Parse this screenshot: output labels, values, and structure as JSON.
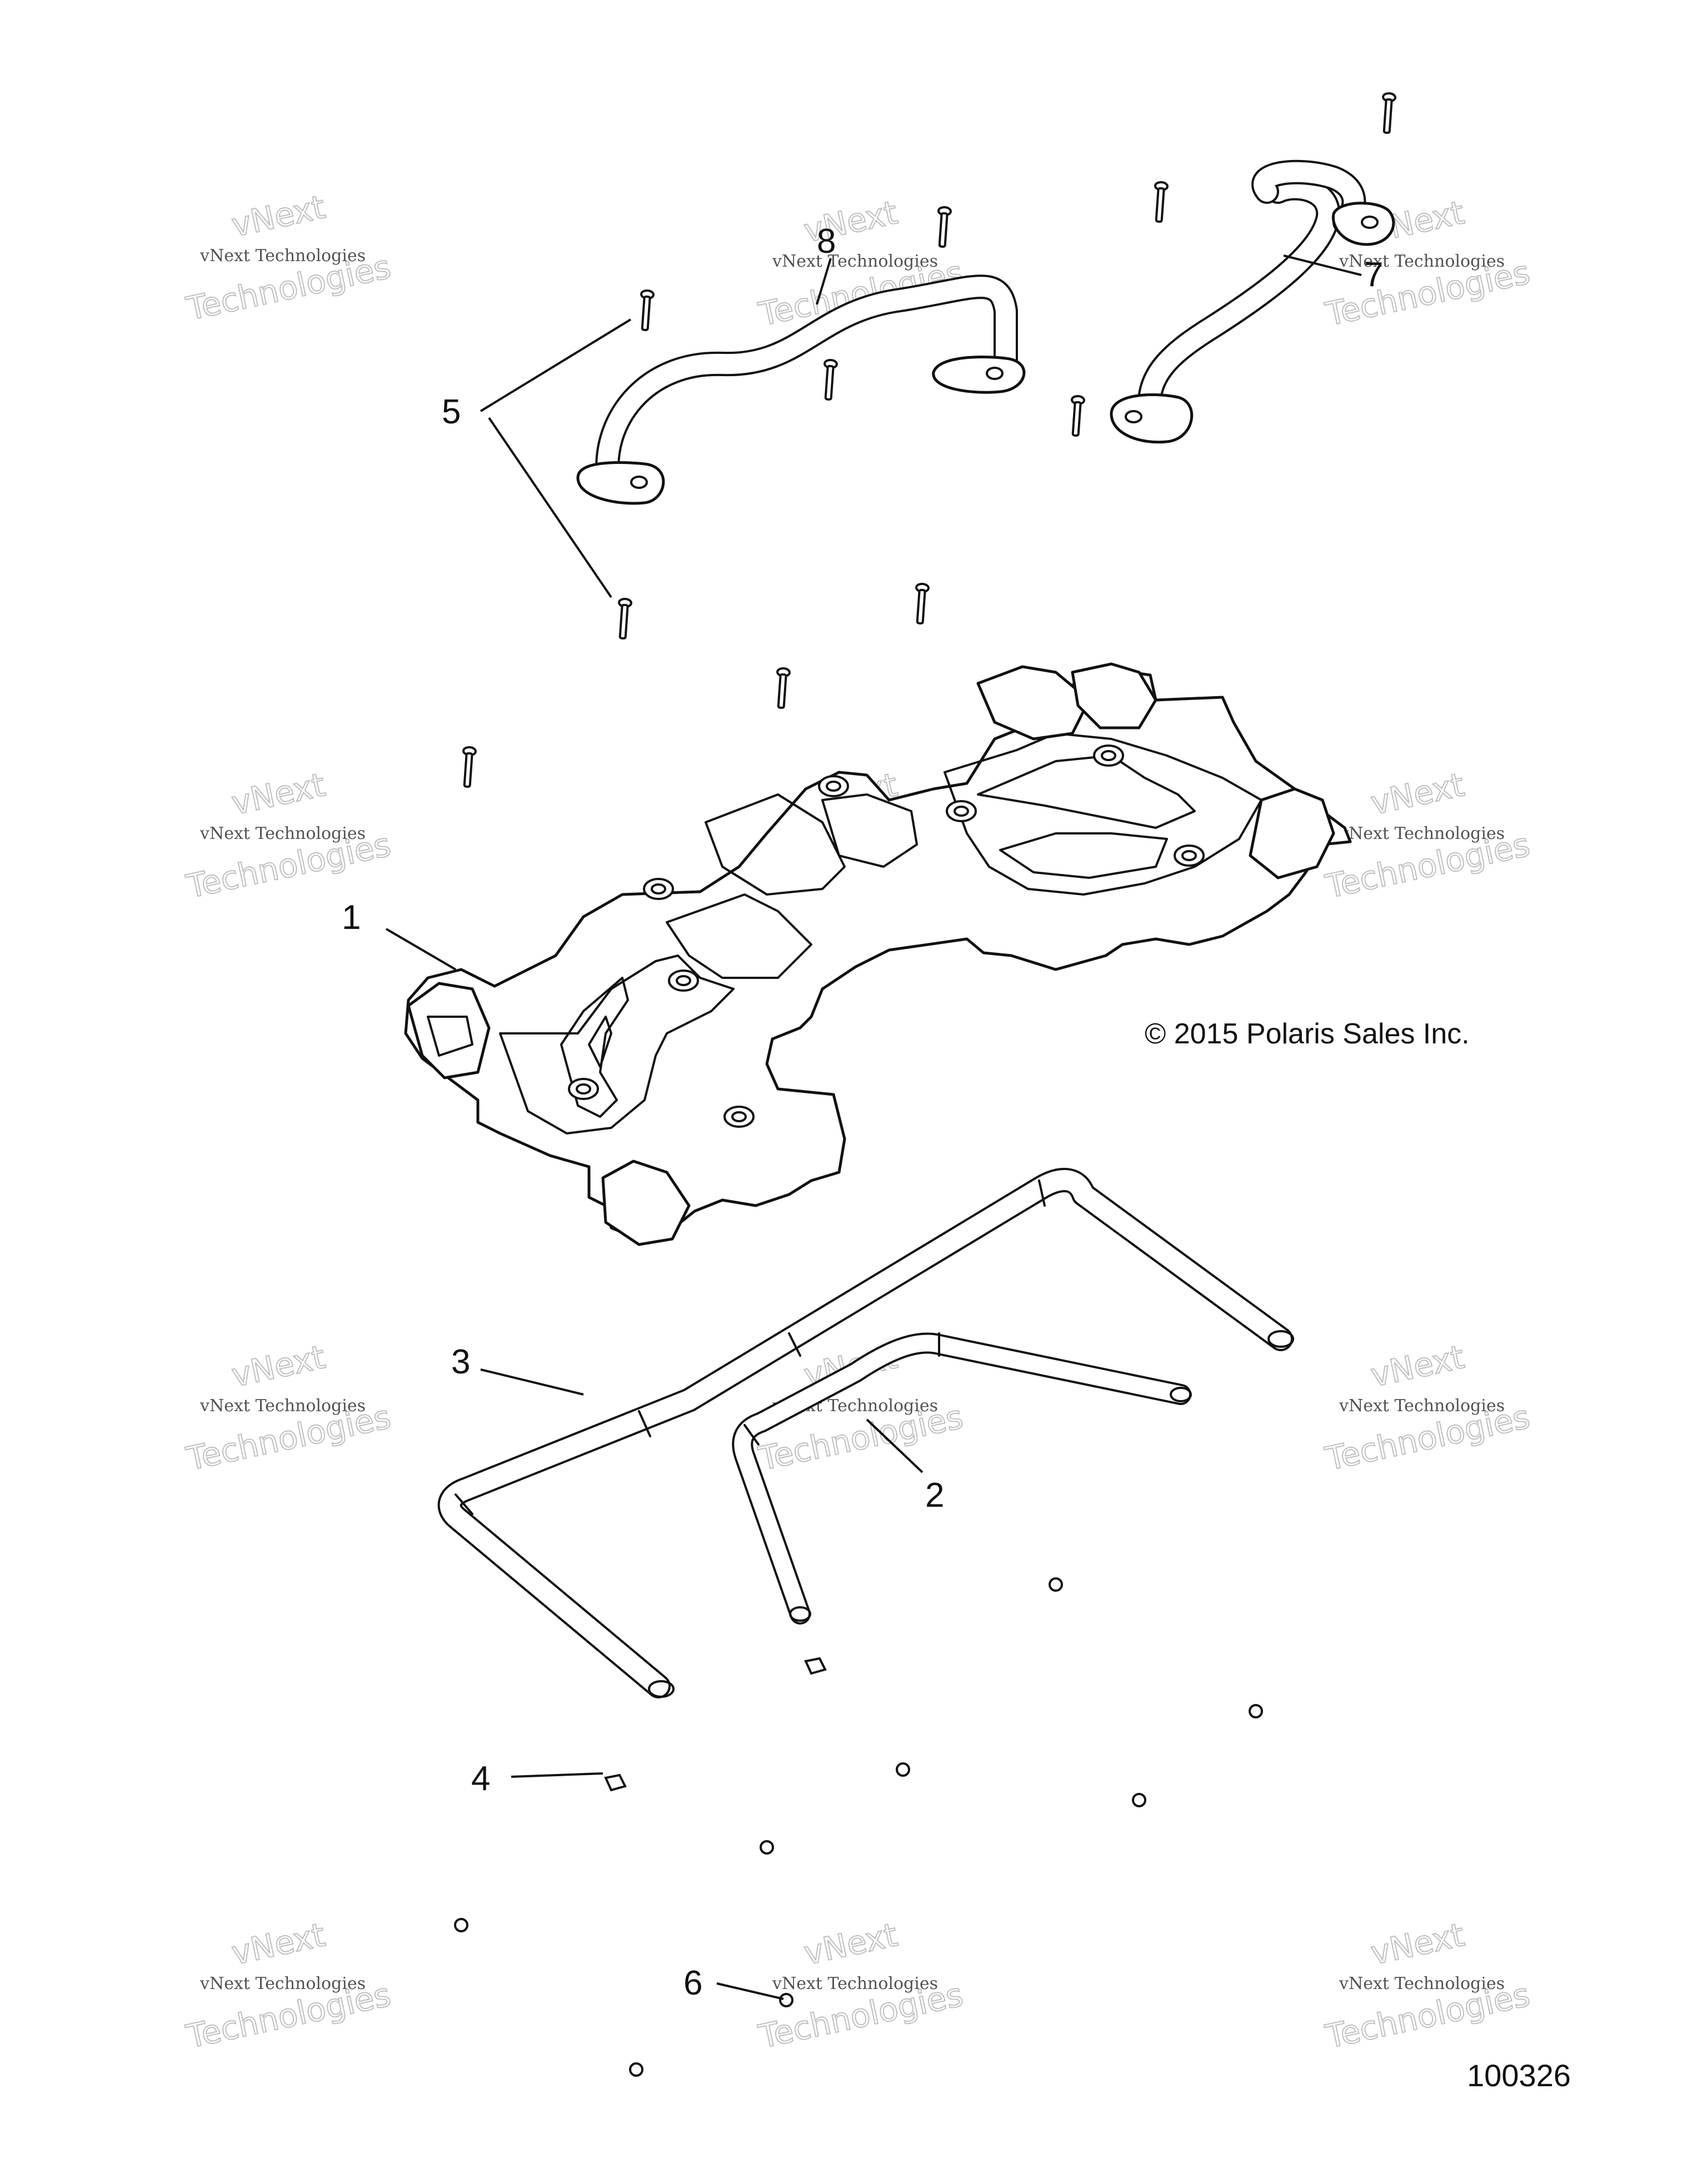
{
  "diagram": {
    "callouts": [
      {
        "id": "1",
        "label": "1"
      },
      {
        "id": "2",
        "label": "2"
      },
      {
        "id": "3",
        "label": "3"
      },
      {
        "id": "4",
        "label": "4"
      },
      {
        "id": "5",
        "label": "5"
      },
      {
        "id": "6",
        "label": "6"
      },
      {
        "id": "7",
        "label": "7"
      },
      {
        "id": "8",
        "label": "8"
      }
    ],
    "copyright": "© 2015 Polaris Sales Inc.",
    "figure_number": "100326",
    "watermark": {
      "line1": "vNext",
      "line2": "vNext Technologies",
      "line3": "Technologies"
    }
  }
}
